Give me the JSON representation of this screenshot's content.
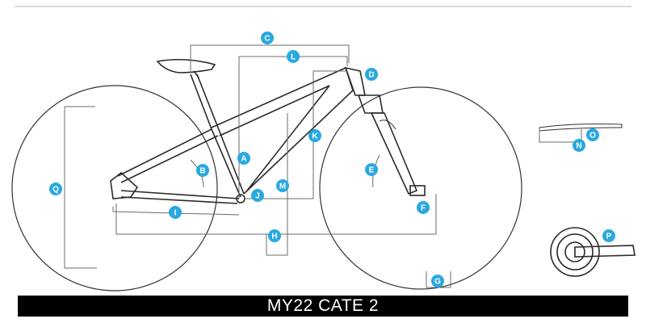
{
  "title": "MY22 CATE 2",
  "colors": {
    "badge": "#29a8e0",
    "line": "#6b6b6b",
    "frame": "#2a2a2a",
    "footer": "#000000"
  },
  "labels": [
    "A",
    "B",
    "C",
    "D",
    "E",
    "F",
    "G",
    "H",
    "I",
    "J",
    "K",
    "L",
    "M",
    "N",
    "O",
    "P",
    "Q"
  ]
}
